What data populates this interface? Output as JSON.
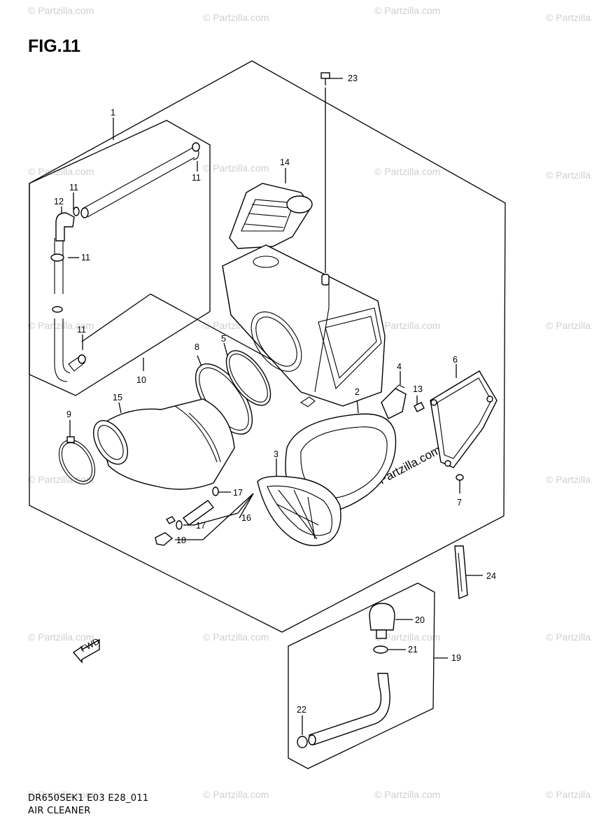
{
  "figure": {
    "title": "FIG.11",
    "code": "DR650SEK1 E03 E28_011",
    "name": "AIR CLEANER"
  },
  "watermark": {
    "text": "© Partzilla.com",
    "inline_text": "© Partzilla.com"
  },
  "fwd_icon": {
    "label": "FWD",
    "icon": "forward-arrow-icon"
  },
  "callouts": {
    "c1": "1",
    "c2": "2",
    "c3": "3",
    "c4": "4",
    "c5": "5",
    "c6": "6",
    "c7": "7",
    "c8": "8",
    "c9": "9",
    "c10": "10",
    "c11a": "11",
    "c11b": "11",
    "c11c": "11",
    "c11d": "11",
    "c12": "12",
    "c13": "13",
    "c14": "14",
    "c15": "15",
    "c16": "16",
    "c17a": "17",
    "c17b": "17",
    "c18": "18",
    "c19": "19",
    "c20": "20",
    "c21": "21",
    "c22": "22",
    "c23": "23",
    "c24": "24"
  }
}
